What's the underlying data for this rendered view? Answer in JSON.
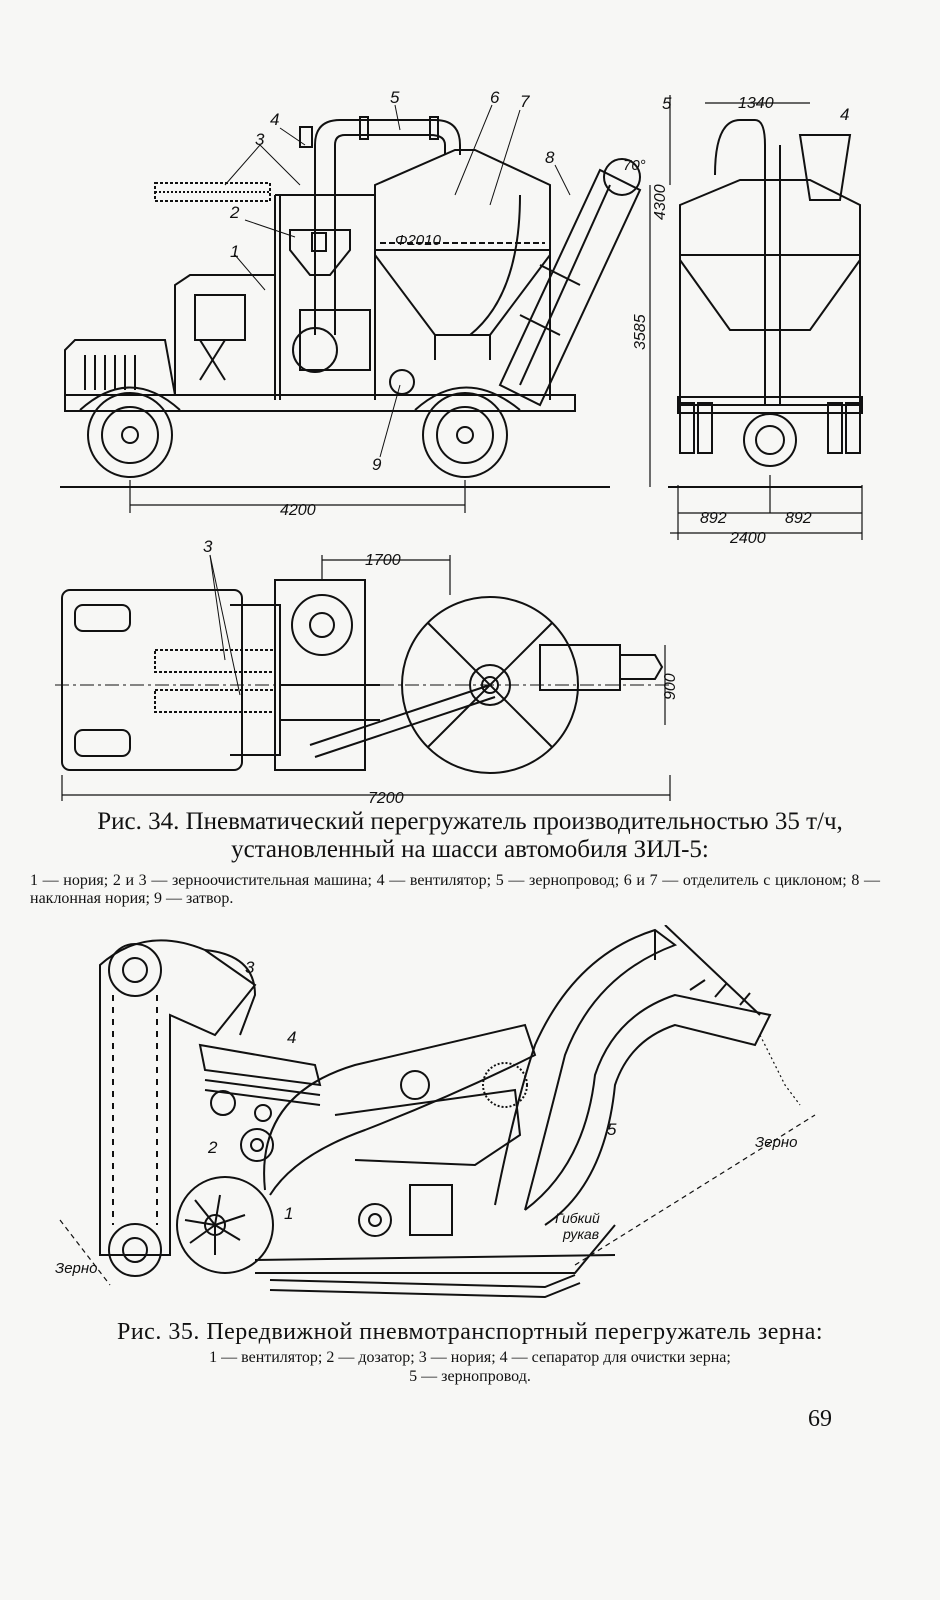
{
  "figure34": {
    "labels": {
      "n1": "1",
      "n2": "2",
      "n3": "3",
      "n4": "4",
      "n5": "5",
      "n6": "6",
      "n7": "7",
      "n8": "8",
      "n9": "9",
      "n3_plan": "3",
      "diameter": "Φ2010",
      "angle": "70°"
    },
    "dimensions": {
      "d4200": "4200",
      "d3585": "3585",
      "d4300": "4300",
      "d1340": "1340",
      "d892_left": "892",
      "d892_right": "892",
      "d2400": "2400",
      "d1700": "1700",
      "d900": "900",
      "d7200": "7200"
    },
    "caption_title_line1": "Рис. 34. Пневматический перегружатель производительностью 35 т/ч,",
    "caption_title_line2": "установленный на шасси автомобиля ЗИЛ-5:",
    "caption_legend": "1 — нория; 2 и 3 — зерноочистительная машина; 4 — вентилятор; 5 — зернопровод; 6 и 7 — отделитель с циклоном; 8 — наклонная нория; 9 — затвор."
  },
  "figure35": {
    "labels": {
      "n1": "1",
      "n2": "2",
      "n3": "3",
      "n4": "4",
      "n5": "5"
    },
    "text_grain_left": "Зерно",
    "text_grain_right": "Зерно",
    "text_hose_line1": "Гибкий",
    "text_hose_line2": "рукав",
    "caption_title": "Рис. 35. Передвижной пневмотранспортный перегружатель зерна:",
    "caption_legend_line1": "1 — вентилятор; 2 — дозатор; 3 — нория; 4 — сепаратор для очистки зерна;",
    "caption_legend_line2": "5 — зернопровод."
  },
  "page_number": "69"
}
